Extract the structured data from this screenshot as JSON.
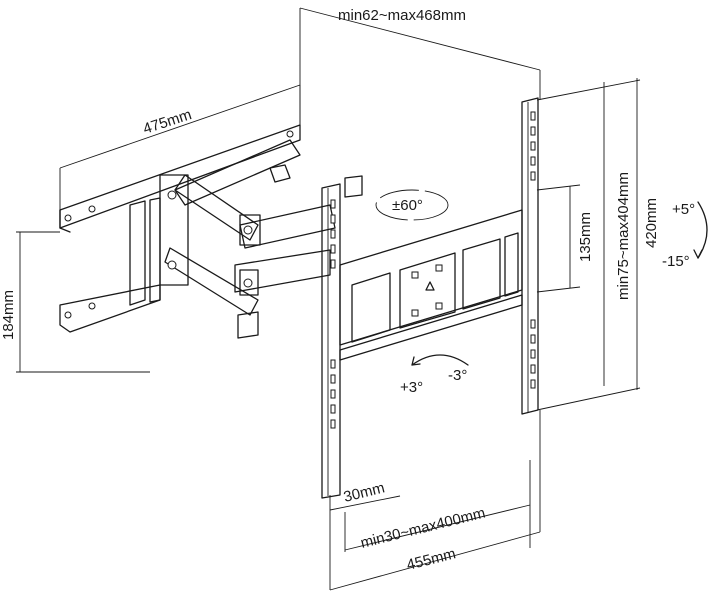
{
  "dimensions": {
    "wall_plate_width": "475mm",
    "wall_plate_height": "184mm",
    "extension": "min62~max468mm",
    "vesa_vertical": "min75~max404mm",
    "bracket_height": "420mm",
    "rail_spacing": "135mm",
    "vesa_horizontal": "min30~max400mm",
    "min_spacing": "30mm",
    "bracket_width": "455mm"
  },
  "rotation": {
    "swivel": "±60°",
    "tilt_up": "+5°",
    "tilt_down": "-15°",
    "level_plus": "+3°",
    "level_minus": "-3°"
  }
}
